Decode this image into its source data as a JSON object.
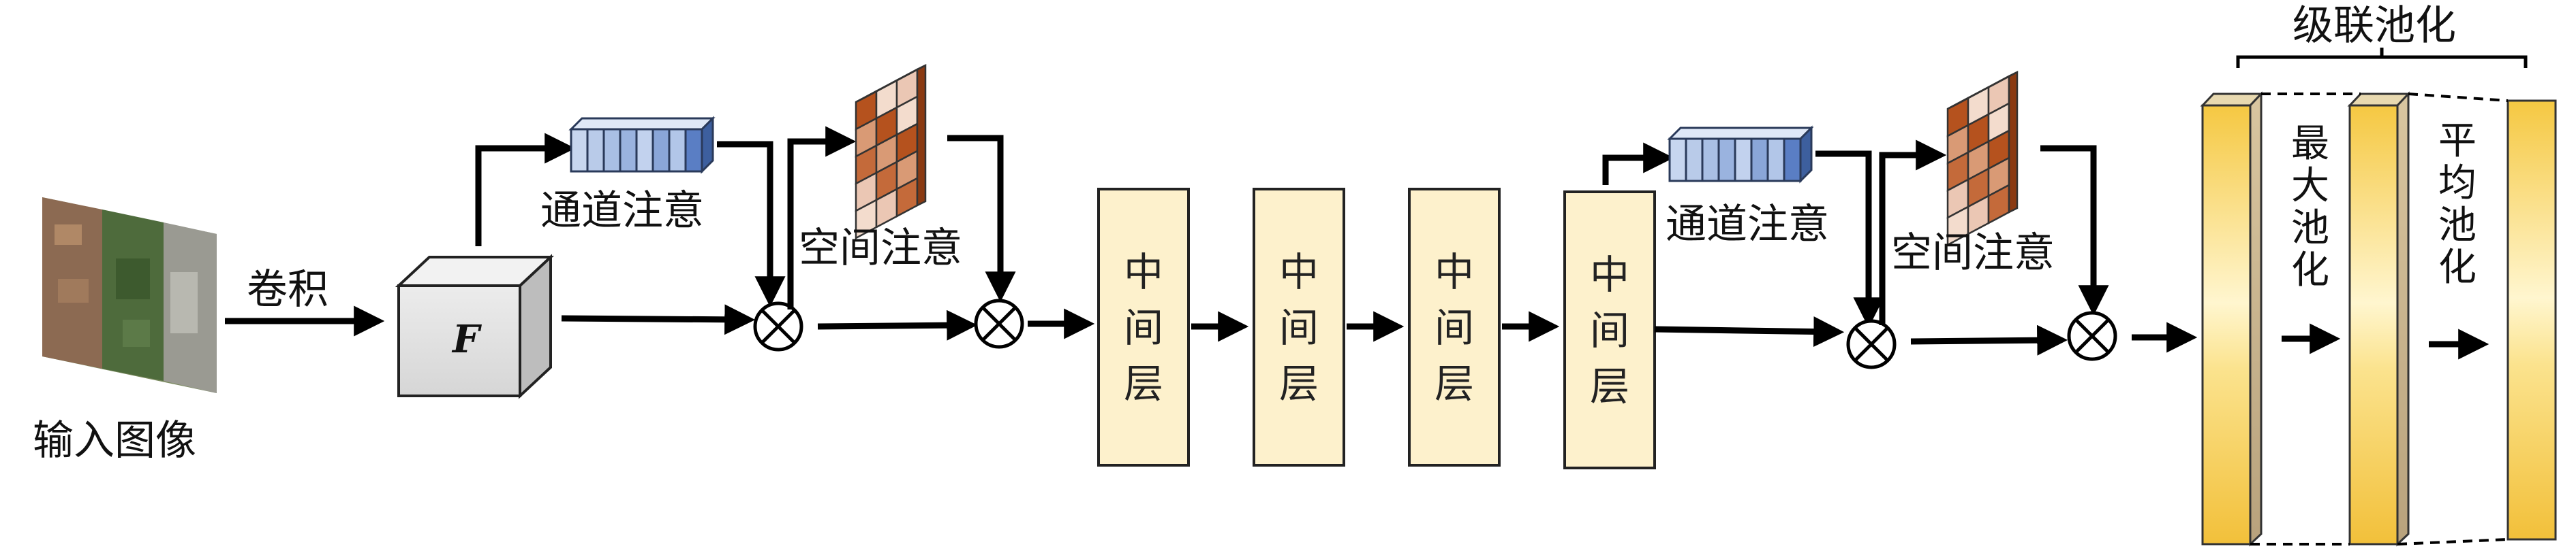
{
  "labels": {
    "input_image": "输入图像",
    "conv": "卷积",
    "feature": "F",
    "channel_attention": "通道注意",
    "spatial_attention": "空间注意",
    "middle_layer": "中间层",
    "cascade_pooling": "级联池化",
    "max_pooling": "最大池化",
    "avg_pooling": "平均池化",
    "multiply": "⊗"
  },
  "colors": {
    "middle_fill": "#fdf1cc",
    "middle_stroke": "#222222",
    "channel_cell": "#c7d6ef",
    "channel_dark": "#5a7ec4",
    "spatial_dark": "#b5521e",
    "spatial_light": "#ebc7b4",
    "pool_yellow": "#f7d255",
    "pool_light": "#fff5c7"
  }
}
